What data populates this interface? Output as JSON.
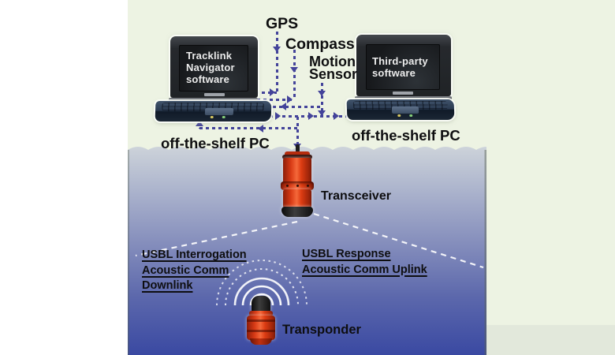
{
  "sensors": {
    "gps": "GPS",
    "compass": "Compass",
    "motion_sensor": [
      "Motion",
      "Sensor"
    ]
  },
  "left_station": {
    "software_lines": [
      "Tracklink",
      "Navigator",
      "software"
    ],
    "caption": "off-the-shelf PC"
  },
  "right_station": {
    "software_lines": [
      "Third-party",
      "software"
    ],
    "caption": "off-the-shelf PC"
  },
  "underwater": {
    "transceiver_label": "Transceiver",
    "transponder_label": "Transponder",
    "downlink_lines": [
      "USBL Interrogation",
      "Acoustic Comm",
      "Downlink"
    ],
    "uplink_lines": [
      "USBL Response",
      "Acoustic Comm Uplink"
    ]
  },
  "colors": {
    "panel_background": "#edf3e3",
    "water_top": "#cdd3da",
    "water_bottom": "#3a49a2",
    "connector_dash": "#43439a",
    "instrument_red": "#d93b16",
    "acoustic_wave_white": "#ffffff"
  }
}
